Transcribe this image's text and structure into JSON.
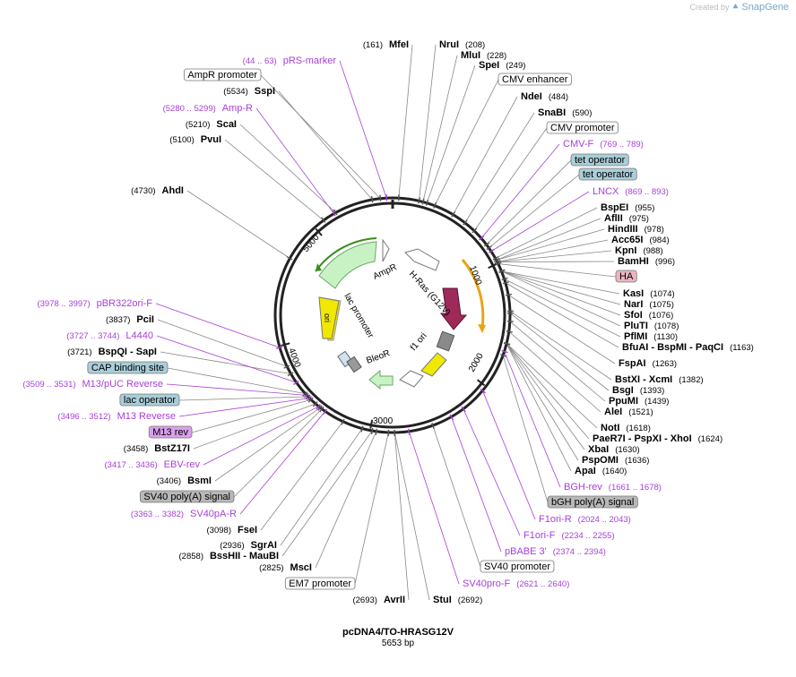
{
  "brand": {
    "created_by": "Created by",
    "app": "SnapGene"
  },
  "plasmid": {
    "name": "pcDNA4/TO-HRASG12V",
    "size_label": "5653 bp",
    "length": 5653
  },
  "ticks": [
    "1000",
    "2000",
    "3000",
    "4000",
    "5000"
  ],
  "colors": {
    "primer": "#a73fd6",
    "promoter_fill": "#ffffff",
    "operator_fill": "#a9ced9",
    "polyA_fill": "#b8b8b8",
    "tag_fill": "#eab5c2",
    "primer_box_fill": "#d9a0ec",
    "hras": "#9e2a5a",
    "ori": "#f0e800",
    "ampr": "#c9f2c4",
    "bleor": "#c9f2c4",
    "orf_orange": "#e8a317",
    "orf_green": "#3a8c1a"
  },
  "features": [
    {
      "label": "AmpR",
      "kind": "arrow"
    },
    {
      "label": "lac promoter",
      "kind": "arrow"
    },
    {
      "label": "ori",
      "kind": "arrow"
    },
    {
      "label": "BleoR",
      "kind": "arrow"
    },
    {
      "label": "f1 ori",
      "kind": "arrow"
    },
    {
      "label": "H-Ras (G12V)",
      "kind": "arrow"
    }
  ],
  "labels": [
    {
      "id": "mfei",
      "text": "MfeI",
      "pos": "(161)",
      "side": "L",
      "kind": "enzyme"
    },
    {
      "id": "nrui",
      "text": "NruI",
      "pos": "(208)",
      "side": "R",
      "kind": "enzyme"
    },
    {
      "id": "mlui",
      "text": "MluI",
      "pos": "(228)",
      "side": "R",
      "kind": "enzyme"
    },
    {
      "id": "spei",
      "text": "SpeI",
      "pos": "(249)",
      "side": "R",
      "kind": "enzyme"
    },
    {
      "id": "prs-marker",
      "text": "pRS-marker",
      "pos": "(44 .. 63)",
      "side": "L",
      "kind": "primer"
    },
    {
      "id": "ampr-promoter",
      "text": "AmpR promoter",
      "pos": "",
      "side": "L",
      "kind": "promoter"
    },
    {
      "id": "cmv-enhancer",
      "text": "CMV enhancer",
      "pos": "",
      "side": "R",
      "kind": "promoter"
    },
    {
      "id": "sspi",
      "text": "SspI",
      "pos": "(5534)",
      "side": "L",
      "kind": "enzyme"
    },
    {
      "id": "ndei",
      "text": "NdeI",
      "pos": "(484)",
      "side": "R",
      "kind": "enzyme"
    },
    {
      "id": "amp-r",
      "text": "Amp-R",
      "pos": "(5280 .. 5299)",
      "side": "L",
      "kind": "primer"
    },
    {
      "id": "snabi",
      "text": "SnaBI",
      "pos": "(590)",
      "side": "R",
      "kind": "enzyme"
    },
    {
      "id": "scai",
      "text": "ScaI",
      "pos": "(5210)",
      "side": "L",
      "kind": "enzyme"
    },
    {
      "id": "cmv-promoter",
      "text": "CMV promoter",
      "pos": "",
      "side": "R",
      "kind": "promoter"
    },
    {
      "id": "pvui",
      "text": "PvuI",
      "pos": "(5100)",
      "side": "L",
      "kind": "enzyme"
    },
    {
      "id": "cmv-f",
      "text": "CMV-F",
      "pos": "(769 .. 789)",
      "side": "R",
      "kind": "primer"
    },
    {
      "id": "tet-op-1",
      "text": "tet operator",
      "pos": "",
      "side": "R",
      "kind": "operator"
    },
    {
      "id": "tet-op-2",
      "text": "tet operator",
      "pos": "",
      "side": "R",
      "kind": "operator"
    },
    {
      "id": "ahdi",
      "text": "AhdI",
      "pos": "(4730)",
      "side": "L",
      "kind": "enzyme"
    },
    {
      "id": "lncx",
      "text": "LNCX",
      "pos": "(869 .. 893)",
      "side": "R",
      "kind": "primer"
    },
    {
      "id": "bspei",
      "text": "BspEI",
      "pos": "(955)",
      "side": "R",
      "kind": "enzyme"
    },
    {
      "id": "aflii",
      "text": "AflII",
      "pos": "(975)",
      "side": "R",
      "kind": "enzyme"
    },
    {
      "id": "hindiii",
      "text": "HindIII",
      "pos": "(978)",
      "side": "R",
      "kind": "enzyme"
    },
    {
      "id": "acc65i",
      "text": "Acc65I",
      "pos": "(984)",
      "side": "R",
      "kind": "enzyme"
    },
    {
      "id": "kpni",
      "text": "KpnI",
      "pos": "(988)",
      "side": "R",
      "kind": "enzyme"
    },
    {
      "id": "bamhi",
      "text": "BamHI",
      "pos": "(996)",
      "side": "R",
      "kind": "enzyme"
    },
    {
      "id": "ha",
      "text": "HA",
      "pos": "",
      "side": "R",
      "kind": "tag"
    },
    {
      "id": "kasi",
      "text": "KasI",
      "pos": "(1074)",
      "side": "R",
      "kind": "enzyme"
    },
    {
      "id": "nari",
      "text": "NarI",
      "pos": "(1075)",
      "side": "R",
      "kind": "enzyme"
    },
    {
      "id": "sfoi",
      "text": "SfoI",
      "pos": "(1076)",
      "side": "R",
      "kind": "enzyme"
    },
    {
      "id": "pluti",
      "text": "PluTI",
      "pos": "(1078)",
      "side": "R",
      "kind": "enzyme"
    },
    {
      "id": "pflmi",
      "text": "PflMI",
      "pos": "(1130)",
      "side": "R",
      "kind": "enzyme"
    },
    {
      "id": "bfuai",
      "text": "BfuAI - BspMI - PaqCI",
      "pos": "(1163)",
      "side": "R",
      "kind": "enzyme"
    },
    {
      "id": "fspai",
      "text": "FspAI",
      "pos": "(1263)",
      "side": "R",
      "kind": "enzyme"
    },
    {
      "id": "bstxi",
      "text": "BstXI - XcmI",
      "pos": "(1382)",
      "side": "R",
      "kind": "enzyme"
    },
    {
      "id": "bsgi",
      "text": "BsgI",
      "pos": "(1393)",
      "side": "R",
      "kind": "enzyme"
    },
    {
      "id": "ppumi",
      "text": "PpuMI",
      "pos": "(1439)",
      "side": "R",
      "kind": "enzyme"
    },
    {
      "id": "alei",
      "text": "AleI",
      "pos": "(1521)",
      "side": "R",
      "kind": "enzyme"
    },
    {
      "id": "noti",
      "text": "NotI",
      "pos": "(1618)",
      "side": "R",
      "kind": "enzyme"
    },
    {
      "id": "paer7i",
      "text": "PaeR7I - PspXI - XhoI",
      "pos": "(1624)",
      "side": "R",
      "kind": "enzyme"
    },
    {
      "id": "xbai",
      "text": "XbaI",
      "pos": "(1630)",
      "side": "R",
      "kind": "enzyme"
    },
    {
      "id": "pspomi",
      "text": "PspOMI",
      "pos": "(1636)",
      "side": "R",
      "kind": "enzyme"
    },
    {
      "id": "apai",
      "text": "ApaI",
      "pos": "(1640)",
      "side": "R",
      "kind": "enzyme"
    },
    {
      "id": "bgh-rev",
      "text": "BGH-rev",
      "pos": "(1661 .. 1678)",
      "side": "R",
      "kind": "primer"
    },
    {
      "id": "bgh-polya",
      "text": "bGH poly(A) signal",
      "pos": "",
      "side": "R",
      "kind": "polyA"
    },
    {
      "id": "f1ori-r",
      "text": "F1ori-R",
      "pos": "(2024 .. 2043)",
      "side": "R",
      "kind": "primer"
    },
    {
      "id": "f1ori-f",
      "text": "F1ori-F",
      "pos": "(2234 .. 2255)",
      "side": "R",
      "kind": "primer"
    },
    {
      "id": "pbabe3",
      "text": "pBABE 3'",
      "pos": "(2374 .. 2394)",
      "side": "R",
      "kind": "primer"
    },
    {
      "id": "sv40-promoter",
      "text": "SV40 promoter",
      "pos": "",
      "side": "R",
      "kind": "promoter"
    },
    {
      "id": "sv40pro-f",
      "text": "SV40pro-F",
      "pos": "(2621 .. 2640)",
      "side": "R",
      "kind": "primer"
    },
    {
      "id": "stui",
      "text": "StuI",
      "pos": "(2692)",
      "side": "R",
      "kind": "enzyme"
    },
    {
      "id": "avrii",
      "text": "AvrII",
      "pos": "(2693)",
      "side": "L",
      "kind": "enzyme"
    },
    {
      "id": "em7",
      "text": "EM7 promoter",
      "pos": "",
      "side": "L",
      "kind": "promoter"
    },
    {
      "id": "msci",
      "text": "MscI",
      "pos": "(2825)",
      "side": "L",
      "kind": "enzyme"
    },
    {
      "id": "msshii",
      "text": "BssHII - MauBI",
      "pos": "(2858)",
      "side": "L",
      "kind": "enzyme"
    },
    {
      "id": "sgrai",
      "text": "SgrAI",
      "pos": "(2936)",
      "side": "L",
      "kind": "enzyme"
    },
    {
      "id": "fsei",
      "text": "FseI",
      "pos": "(3098)",
      "side": "L",
      "kind": "enzyme"
    },
    {
      "id": "sv40pa-r",
      "text": "SV40pA-R",
      "pos": "(3363 .. 3382)",
      "side": "L",
      "kind": "primer"
    },
    {
      "id": "sv40-polya",
      "text": "SV40 poly(A) signal",
      "pos": "",
      "side": "L",
      "kind": "polyA"
    },
    {
      "id": "bsmi",
      "text": "BsmI",
      "pos": "(3406)",
      "side": "L",
      "kind": "enzyme"
    },
    {
      "id": "ebv-rev",
      "text": "EBV-rev",
      "pos": "(3417 .. 3436)",
      "side": "L",
      "kind": "primer"
    },
    {
      "id": "bstz17i",
      "text": "BstZ17I",
      "pos": "(3458)",
      "side": "L",
      "kind": "enzyme"
    },
    {
      "id": "m13rev-box",
      "text": "M13 rev",
      "pos": "",
      "side": "L",
      "kind": "primerbox"
    },
    {
      "id": "m13-reverse",
      "text": "M13 Reverse",
      "pos": "(3496 .. 3512)",
      "side": "L",
      "kind": "primer"
    },
    {
      "id": "lac-operator",
      "text": "lac operator",
      "pos": "",
      "side": "L",
      "kind": "operator"
    },
    {
      "id": "m13-puc",
      "text": "M13/pUC Reverse",
      "pos": "(3509 .. 3531)",
      "side": "L",
      "kind": "primer"
    },
    {
      "id": "cap-site",
      "text": "CAP binding site",
      "pos": "",
      "side": "L",
      "kind": "operator"
    },
    {
      "id": "bspqi",
      "text": "BspQI - SapI",
      "pos": "(3721)",
      "side": "L",
      "kind": "enzyme"
    },
    {
      "id": "l4440",
      "text": "L4440",
      "pos": "(3727 .. 3744)",
      "side": "L",
      "kind": "primer"
    },
    {
      "id": "pcii",
      "text": "PciI",
      "pos": "(3837)",
      "side": "L",
      "kind": "enzyme"
    },
    {
      "id": "pbr322ori-f",
      "text": "pBR322ori-F",
      "pos": "(3978 .. 3997)",
      "side": "L",
      "kind": "primer"
    }
  ]
}
